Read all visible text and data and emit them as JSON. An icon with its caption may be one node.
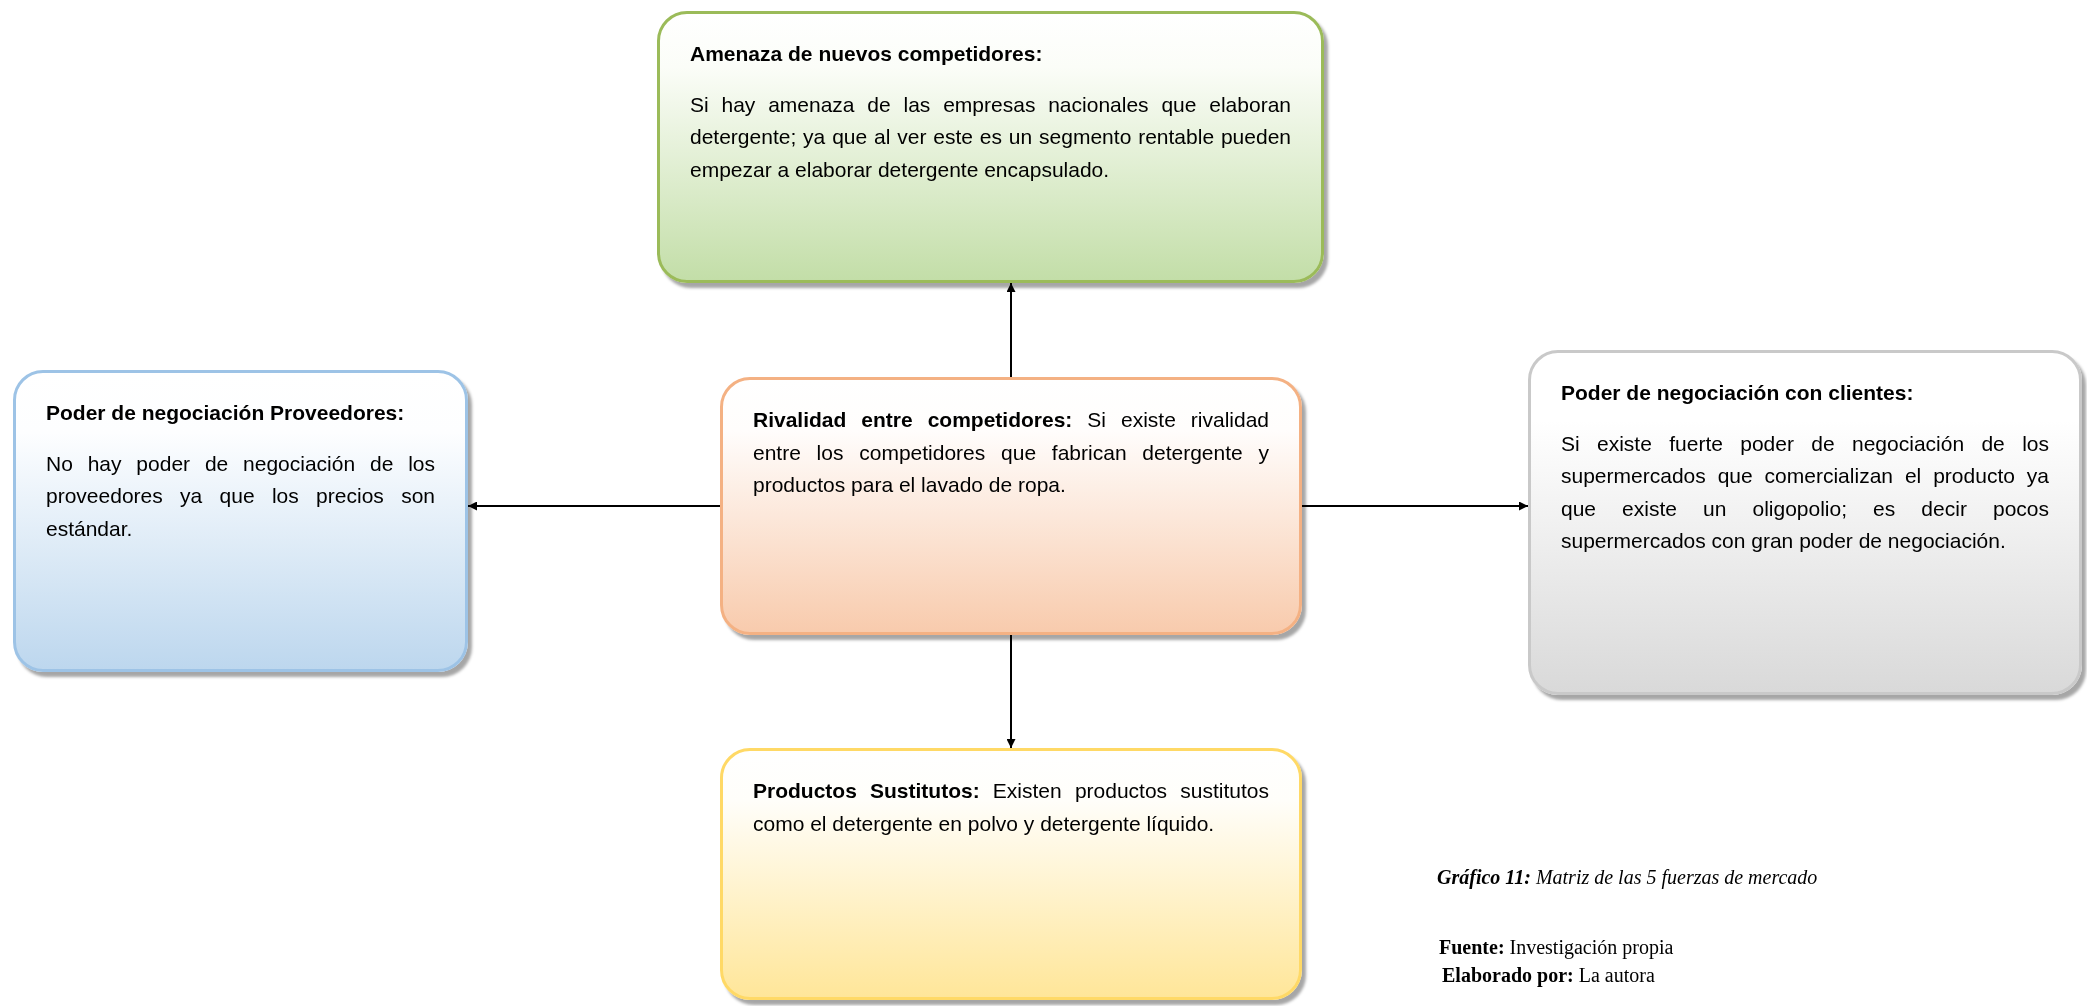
{
  "diagram": {
    "caption": "**Gráfico 11:** Matriz de las 5 fuerzas de mercado",
    "nodes": [
      {
        "text": [
          "Amenaza de nuevos competidores:",
          "Si hay amenaza de las empresas nacionales que elaboran detergente; ya que al ver este es un segmento rentable pueden empezar a elaborar detergente encapsulado."
        ]
      },
      {
        "text": [
          "Poder de negociación Proveedores:",
          "No hay poder de negociación de los proveedores ya que los precios son estándar."
        ]
      },
      {
        "text": [
          "**Rivalidad entre competidores:** Si existe rivalidad entre los competidores que fabrican detergente y productos para el lavado de ropa."
        ]
      },
      {
        "text": [
          "Poder de negociación con clientes:",
          "Si existe fuerte poder de negociación de los supermercados que comercializan el producto ya que existe un oligopolio; es decir pocos supermercados con gran poder de negociación."
        ]
      },
      {
        "text": [
          "**Productos Sustitutos:** Existen productos sustitutos como el detergente en polvo y detergente líquido."
        ]
      }
    ],
    "edges": [
      {
        "from": 2,
        "to": 0,
        "arrow": "to"
      },
      {
        "from": 2,
        "to": 1,
        "arrow": "to"
      },
      {
        "from": 2,
        "to": 3,
        "arrow": "to"
      },
      {
        "from": 2,
        "to": 4,
        "arrow": "to"
      }
    ],
    "labels": [
      "**Fuente:** Investigación propia",
      "**Elaborado por:** La autora"
    ]
  }
}
